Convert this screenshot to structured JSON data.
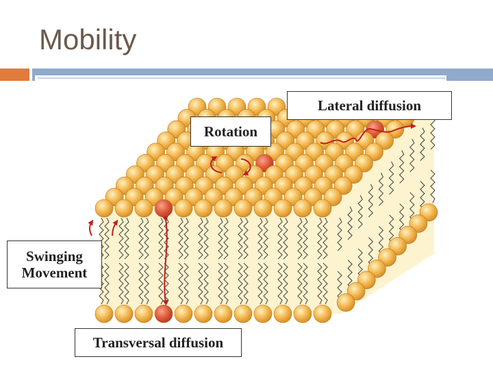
{
  "slide": {
    "title": "Mobility"
  },
  "labels": {
    "lateral": "Lateral diffusion",
    "rotation": "Rotation",
    "swinging": "Swinging\nMovement",
    "transversal": "Transversal diffusion"
  },
  "colors": {
    "head": "#f2b24a",
    "head_highlight": "#e05a3c",
    "arrow": "#c0201e",
    "tail": "#4a4a4a",
    "membrane_fill": "#fdf3cf",
    "accent_orange": "#e07b3c",
    "accent_blue": "#8faacb"
  }
}
